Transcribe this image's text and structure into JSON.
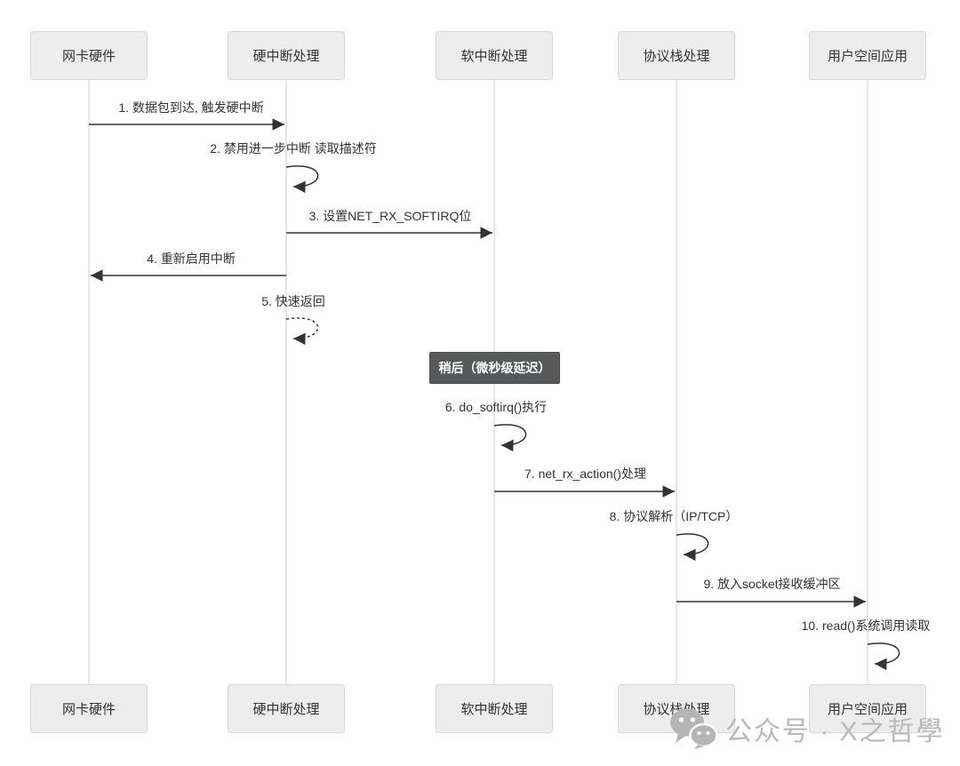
{
  "diagram": {
    "type": "sequence",
    "actors": [
      {
        "label": "网卡硬件"
      },
      {
        "label": "硬中断处理"
      },
      {
        "label": "软中断处理"
      },
      {
        "label": "协议栈处理"
      },
      {
        "label": "用户空间应用"
      }
    ],
    "messages": [
      {
        "label": "1. 数据包到达, 触发硬中断",
        "from": "网卡硬件",
        "to": "硬中断处理",
        "style": "solid-arrow"
      },
      {
        "label": "2. 禁用进一步中断 读取描述符",
        "from": "硬中断处理",
        "to": "硬中断处理",
        "style": "self-loop"
      },
      {
        "label": "3. 设置NET_RX_SOFTIRQ位",
        "from": "硬中断处理",
        "to": "软中断处理",
        "style": "solid-arrow"
      },
      {
        "label": "4. 重新启用中断",
        "from": "硬中断处理",
        "to": "网卡硬件",
        "style": "solid-arrow"
      },
      {
        "label": "5. 快速返回",
        "from": "硬中断处理",
        "to": "硬中断处理",
        "style": "dashed-self-loop"
      },
      {
        "label": "6. do_softirq()执行",
        "from": "软中断处理",
        "to": "软中断处理",
        "style": "self-loop"
      },
      {
        "label": "7. net_rx_action()处理",
        "from": "软中断处理",
        "to": "协议栈处理",
        "style": "solid-arrow"
      },
      {
        "label": "8. 协议解析（IP/TCP）",
        "from": "协议栈处理",
        "to": "协议栈处理",
        "style": "self-loop"
      },
      {
        "label": "9. 放入socket接收缓冲区",
        "from": "协议栈处理",
        "to": "用户空间应用",
        "style": "solid-arrow"
      },
      {
        "label": "10. read()系统调用读取",
        "from": "用户空间应用",
        "to": "用户空间应用",
        "style": "self-loop"
      }
    ],
    "note": {
      "label": "稍后（微秒级延迟）"
    },
    "watermark": {
      "label": "公众号 · X之哲學",
      "icon": "wechat-logo"
    },
    "colors": {
      "actor_fill": "#ededed",
      "actor_border": "#d7d7d7",
      "lifeline": "#cccccc",
      "arrow": "#333333",
      "note_bg": "#58595b",
      "note_text": "#ffffff",
      "watermark": "#b9b9b9"
    }
  }
}
